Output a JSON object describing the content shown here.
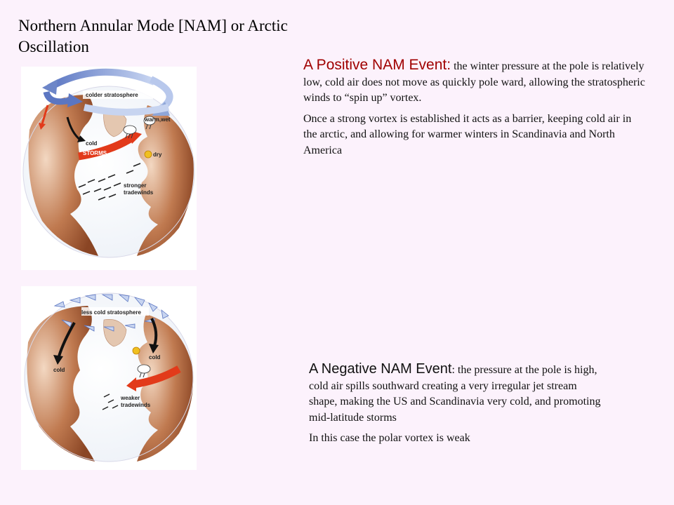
{
  "title": "Northern Annular Mode [NAM] or Arctic Oscillation",
  "positive": {
    "heading": "A Positive NAM Event:",
    "description": " the winter pressure at the pole is relatively low, cold air does not move as quickly pole ward, allowing the stratospheric winds to “spin up” vortex.",
    "paragraph2": "Once a strong vortex is established it acts as a barrier, keeping cold air in the arctic, and allowing for warmer winters in Scandinavia and North America",
    "globe_labels": {
      "stratosphere": "colder stratosphere",
      "warm": "warm,wet",
      "cold": "cold",
      "storms": "STORMS",
      "dry": "dry",
      "winds_1": "stronger",
      "winds_2": "tradewinds"
    }
  },
  "negative": {
    "heading": "A Negative NAM Event",
    "description": ": the pressure at the pole is high, cold air spills southward creating a very irregular jet stream shape, making the US and Scandinavia very cold, and promoting mid-latitude storms",
    "paragraph2": "In this case the polar vortex is weak",
    "globe_labels": {
      "stratosphere": "less cold stratosphere",
      "cold_left": "cold",
      "cold_right": "cold",
      "winds_1": "weaker",
      "winds_2": "tradewinds"
    }
  },
  "colors": {
    "background": "#fcf2fc",
    "ocean": "#ffffff",
    "land": "#b8683e",
    "arrow_blue": "#8fa6d8",
    "arrow_red": "#e23a1a"
  }
}
